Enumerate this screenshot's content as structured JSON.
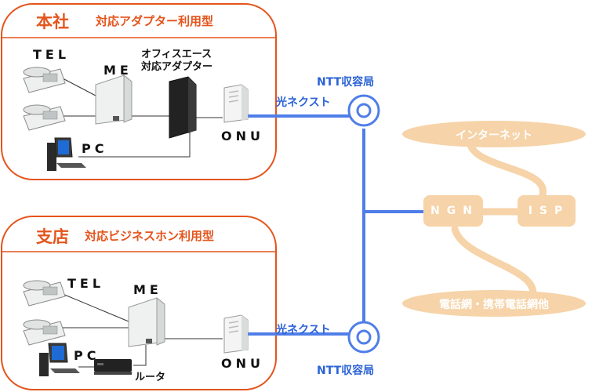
{
  "hq": {
    "name": "本社",
    "subtitle": "対応アダプター利用型",
    "tel_label": "TEL",
    "me_label": "ME",
    "adapter_label_line1": "オフィスエース",
    "adapter_label_line2": "対応アダプター",
    "pc_label": "PC",
    "onu_label": "ONU",
    "line_label": "光ネクスト",
    "ntt_label": "NTT収容局"
  },
  "branch": {
    "name": "支店",
    "subtitle": "対応ビジネスホン利用型",
    "tel_label": "TEL",
    "me_label": "ME",
    "pc_label": "PC",
    "router_label": "ルータ",
    "onu_label": "ONU",
    "line_label": "光ネクスト",
    "ntt_label": "NTT収容局"
  },
  "network": {
    "internet_label": "インターネット",
    "ngn_label": "NGN",
    "isp_label": "ISP",
    "phone_network_label": "電話網・携帯電話網他"
  },
  "colors": {
    "orange": "#e4541c",
    "peach": "#f6d3a8",
    "blue": "#4f7ee8"
  }
}
